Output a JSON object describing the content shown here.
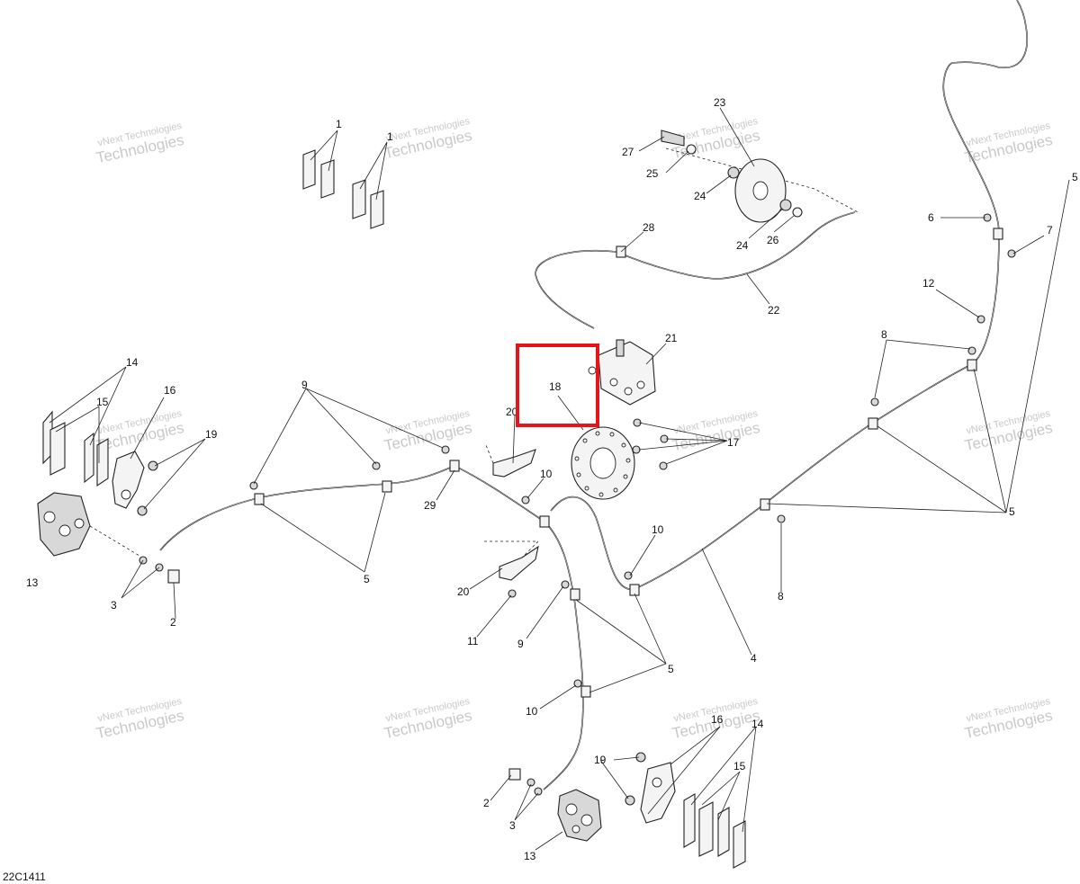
{
  "drawing_code": "22C1411",
  "watermark": {
    "line1": "vNext Technologies",
    "line2": "Technologies"
  },
  "highlight": {
    "label": "18",
    "color": "#e8141c"
  },
  "callouts": {
    "c1a": "1",
    "c1b": "1",
    "c2a": "2",
    "c2b": "2",
    "c3a": "3",
    "c3b": "3",
    "c4": "4",
    "c5a": "5",
    "c5b": "5",
    "c5c": "5",
    "c5d": "5",
    "c6": "6",
    "c7": "7",
    "c8a": "8",
    "c8b": "8",
    "c9a": "9",
    "c9b": "9",
    "c10a": "10",
    "c10b": "10",
    "c10c": "10",
    "c11": "11",
    "c12": "12",
    "c13a": "13",
    "c13b": "13",
    "c14a": "14",
    "c14b": "14",
    "c15a": "15",
    "c15b": "15",
    "c16a": "16",
    "c16b": "16",
    "c17": "17",
    "c18": "18",
    "c19a": "19",
    "c19b": "19",
    "c20a": "20",
    "c20b": "20",
    "c21": "21",
    "c22": "22",
    "c23": "23",
    "c24a": "24",
    "c24b": "24",
    "c25": "25",
    "c26": "26",
    "c27": "27",
    "c28": "28",
    "c29": "29"
  }
}
